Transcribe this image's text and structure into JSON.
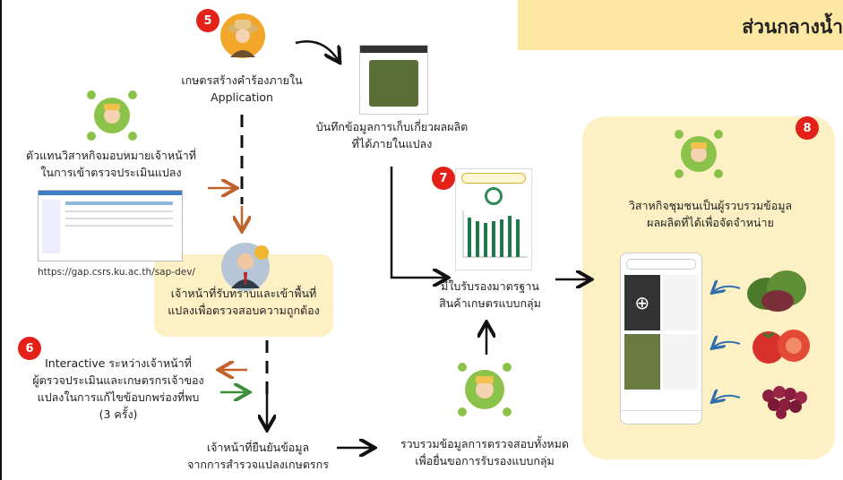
{
  "title": "ส่วนกลางน้ำ",
  "badges": [
    "5",
    "6",
    "7",
    "8"
  ],
  "step5": {
    "line1": "เกษตรสร้างคำร้องภายใน",
    "line2": "Application"
  },
  "record": {
    "line1": "บันทึกข้อมูลการเก็บเกี่ยวผลผลิต",
    "line2": "ที่ได้ภายในแปลง"
  },
  "agency": {
    "line1": "ตัวแทนวิสาหกิจมอบหมายเจ้าหน้าที่",
    "line2": "ในการเข้าตรวจประเมินแปลง"
  },
  "url": "https://gap.csrs.ku.ac.th/sap-dev/",
  "officer": {
    "line1": "เจ้าหน้าที่รับทราบและเข้าพื้นที่",
    "line2": "แปลงเพื่อตรวจสอบความถูกต้อง"
  },
  "interactive": {
    "line1": "Interactive ระหว่างเจ้าหน้าที่",
    "line2": "ผู้ตรวจประเมินและเกษตรกรเจ้าของ",
    "line3": "แปลงในการแก้ไขข้อบกพร่องที่พบ",
    "line4": "(3 ครั้ง)"
  },
  "confirm": {
    "line1": "เจ้าหน้าที่ยืนยันข้อมูล",
    "line2": "จากการสำรวจแปลงเกษตรกร"
  },
  "collect": {
    "line1": "รวบรวมข้อมูลการตรวจสอบทั้งหมด",
    "line2": "เพื่อยื่นขอการรับรองแบบกลุ่ม"
  },
  "certified": {
    "line1": "มีใบรับรองมาตรฐาน",
    "line2": "สินค้าเกษตรแบบกลุ่ม"
  },
  "enterprise": {
    "line1": "วิสาหกิจชุมชนเป็นผู้รวบรวมข้อมูล",
    "line2": "ผลผลิตที่ได้เพื่อจัดจำหน่าย"
  },
  "colors": {
    "badge": "#e32119",
    "panel": "#fdf0c4",
    "title_band": "#fde8a3",
    "orange_arrow": "#c0622a",
    "green_arrow": "#3f8f3a",
    "blue_arrow": "#2f6fae"
  }
}
